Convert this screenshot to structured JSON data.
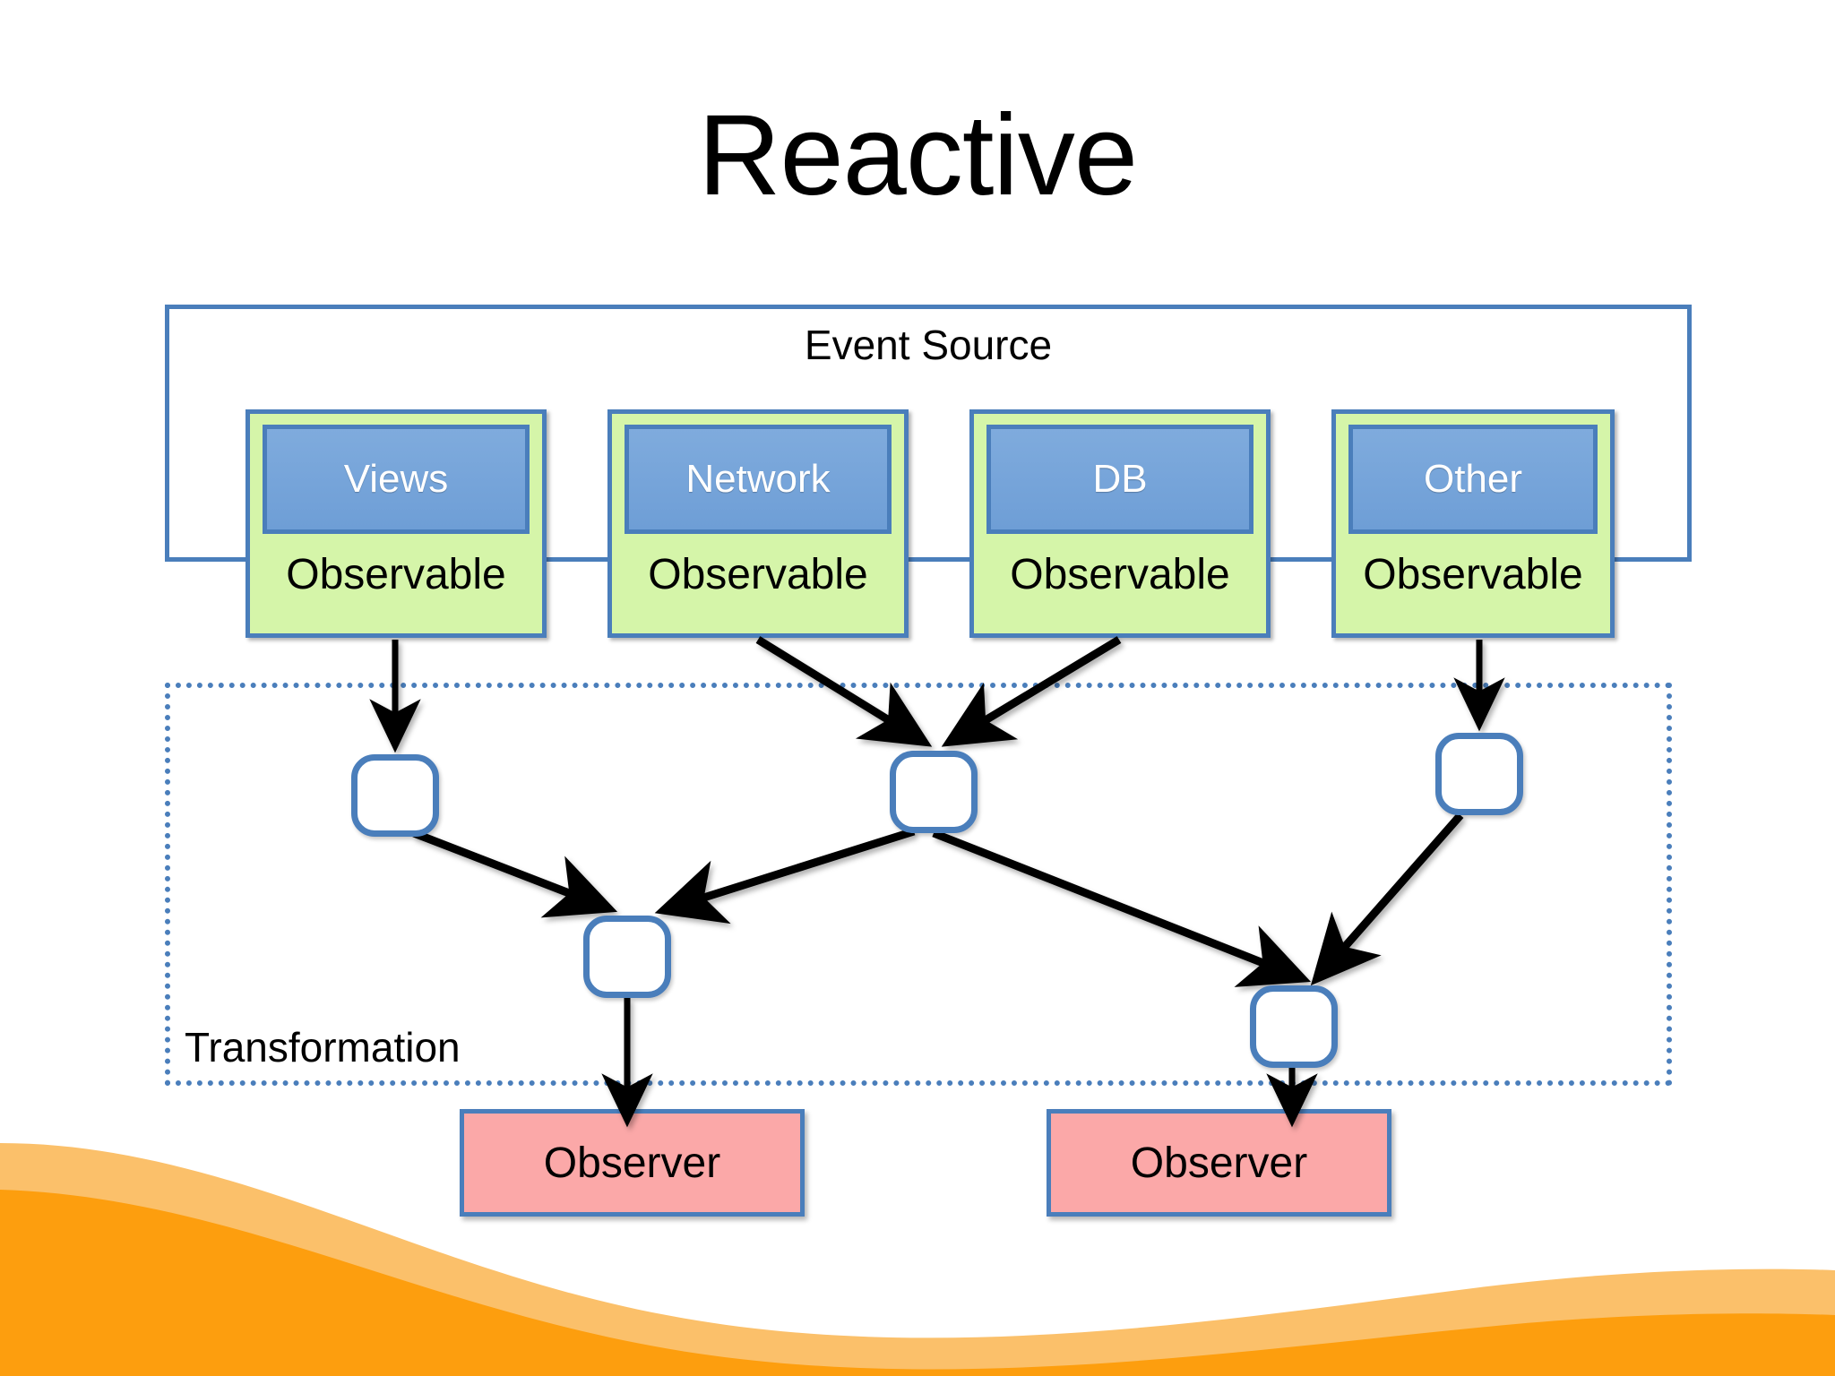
{
  "slide": {
    "title": "Reactive",
    "background_color": "#ffffff"
  },
  "event_source": {
    "label": "Event Source",
    "border_color": "#4a7ebb",
    "sources": [
      {
        "name": "Views",
        "observable_label": "Observable"
      },
      {
        "name": "Network",
        "observable_label": "Observable"
      },
      {
        "name": "DB",
        "observable_label": "Observable"
      },
      {
        "name": "Other",
        "observable_label": "Observable"
      }
    ],
    "source_fill_color": "#d5f5a9",
    "source_inner_fill_color": "#7fabdd"
  },
  "transformation": {
    "label": "Transformation",
    "border_style": "dotted",
    "border_color": "#4a7ebb",
    "nodes": [
      {
        "id": "t1"
      },
      {
        "id": "t2"
      },
      {
        "id": "t3"
      },
      {
        "id": "t4"
      },
      {
        "id": "t5"
      }
    ],
    "node_fill_color": "#ffffff",
    "node_border_color": "#4a7ebb"
  },
  "observers": [
    {
      "label": "Observer"
    },
    {
      "label": "Observer"
    }
  ],
  "observer_fill_color": "#fba8a8",
  "decoration": {
    "wave_front_color": "#fd9e0e",
    "wave_back_color": "#fbc06a"
  }
}
